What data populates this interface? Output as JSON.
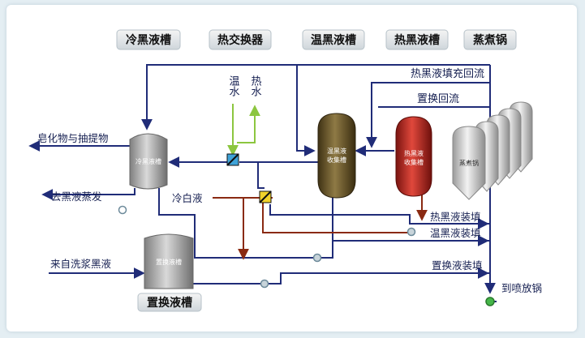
{
  "headers": {
    "cold_black_liquor_tank": "冷黑液槽",
    "heat_exchanger": "热交换器",
    "warm_black_liquor_tank": "温黑液槽",
    "hot_black_liquor_tank": "热黑液槽",
    "digester": "蒸煮锅",
    "displacement_tank": "置换液槽"
  },
  "labels": {
    "hot_fill_return": "热黑液填充回流",
    "displacement_return": "置换回流",
    "warm_col1": "温水",
    "hot_col2": "热水",
    "soap_extract": "皂化物与抽提物",
    "to_evaporation": "去黑液蒸发",
    "cold_white_liquor": "冷白液",
    "from_washing": "来自洗浆黑液",
    "hot_fill": "热黑液装填",
    "warm_fill": "温黑液装填",
    "displacement_fill": "置换液装填",
    "to_blow": "到喷放锅"
  },
  "tanks": {
    "cold_tank": "冷黑液槽",
    "warm_tank_l1": "温黑液",
    "warm_tank_l2": "收集槽",
    "hot_tank_l1": "热黑液",
    "hot_tank_l2": "收集槽",
    "digester": "蒸煮锅",
    "displacement_tank": "置换液槽"
  },
  "colors": {
    "flow_line": "#202c78",
    "hot_line": "#8a2a12",
    "warm_water_line": "#8cc63f",
    "warm_tank": "#5e4a20",
    "hot_tank": "#b8241c",
    "pump": "#6c8a9a"
  }
}
